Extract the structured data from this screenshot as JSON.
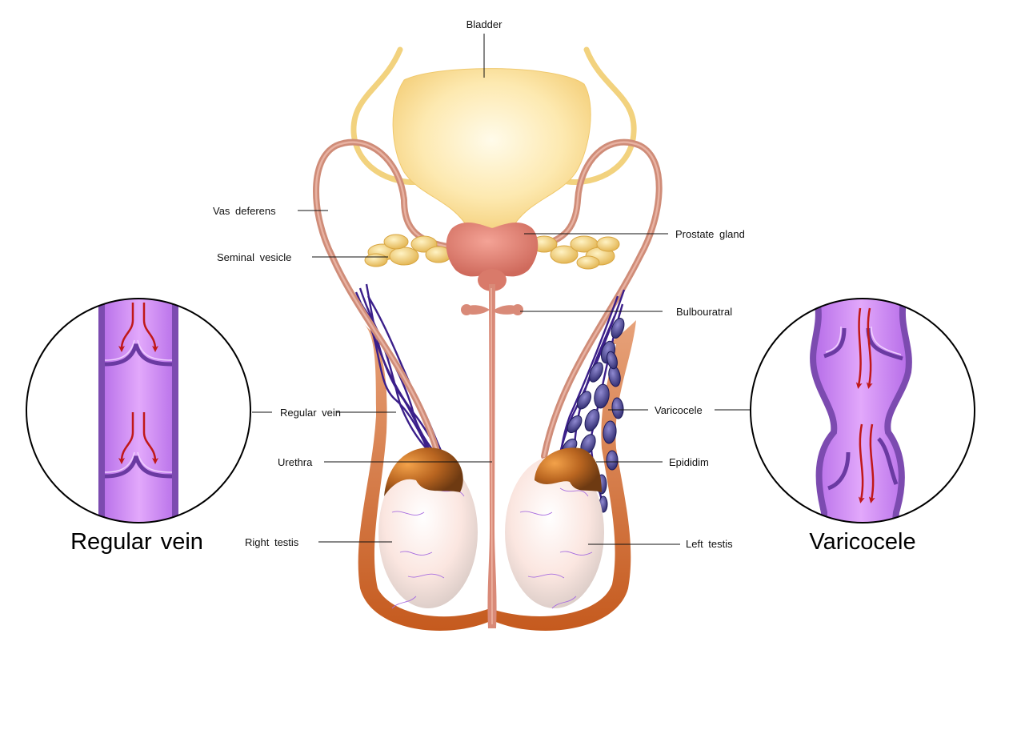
{
  "labels": {
    "bladder": "Bladder",
    "vas_deferens": "Vas  deferens",
    "seminal_vesicle": "Seminal  vesicle",
    "prostate_gland": "Prostate  gland",
    "bulbouratral": "Bulbouratral",
    "regular_vein": "Regular  vein",
    "varicocele": "Varicocele",
    "urethra": "Urethra",
    "epididim": "Epididim",
    "right_testis": "Right  testis",
    "left_testis": "Left  testis"
  },
  "insets": {
    "left_title": "Regular  vein",
    "right_title": "Varicocele"
  },
  "colors": {
    "bladder": "#fde4a2",
    "vessel": "#d98a78",
    "prostate": "#e07c6e",
    "seminal_vesicle": "#f4d27a",
    "scrotum_edge": "#c96a2c",
    "testis": "#f8ecec",
    "epididymis": "#a2561e",
    "varicose_vein": "#3c2a8c",
    "vein_fill": "#d9a0f2",
    "vein_wall": "#7c4bb0",
    "flow_arrow": "#c01818"
  }
}
